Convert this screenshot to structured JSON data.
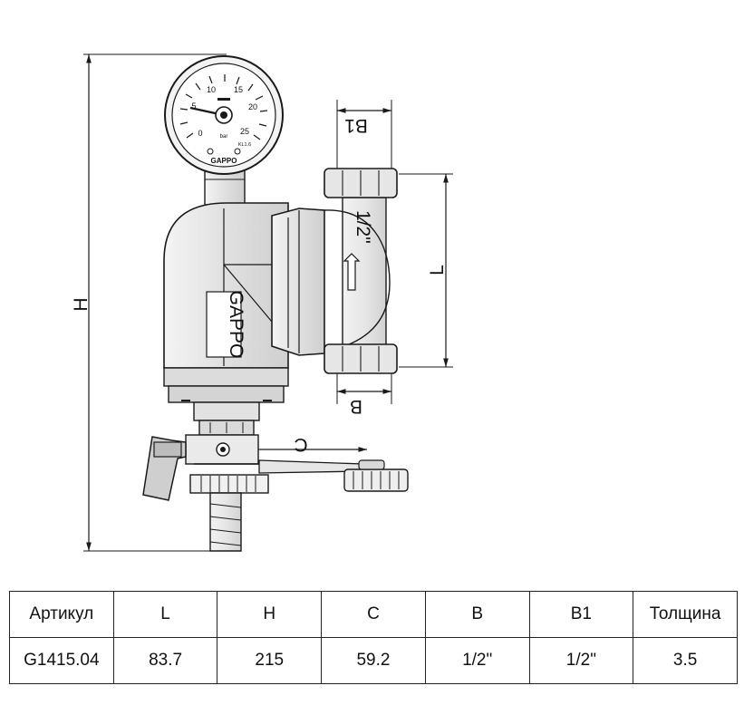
{
  "drawing": {
    "dimension_labels": {
      "H": "H",
      "L": "L",
      "B": "B",
      "B1": "B1",
      "C": "C"
    },
    "pipe_size_label": "1/2\"",
    "brand_text": "GAPPO",
    "gauge": {
      "scale_numbers": [
        "10",
        "15",
        "5",
        "20",
        "0",
        "25"
      ],
      "unit": "bar",
      "class": "KL1.6",
      "brand": "GAPPO"
    }
  },
  "table": {
    "headers": [
      "Артикул",
      "L",
      "H",
      "C",
      "B",
      "B1",
      "Толщина"
    ],
    "rows": [
      [
        "G1415.04",
        "83.7",
        "215",
        "59.2",
        "1/2\"",
        "1/2\"",
        "3.5"
      ]
    ]
  },
  "colors": {
    "line": "#1a1a1a",
    "body_fill": "#ececec",
    "body_shade": "#d6d6d6",
    "handle_fill": "#c8c8c8"
  }
}
